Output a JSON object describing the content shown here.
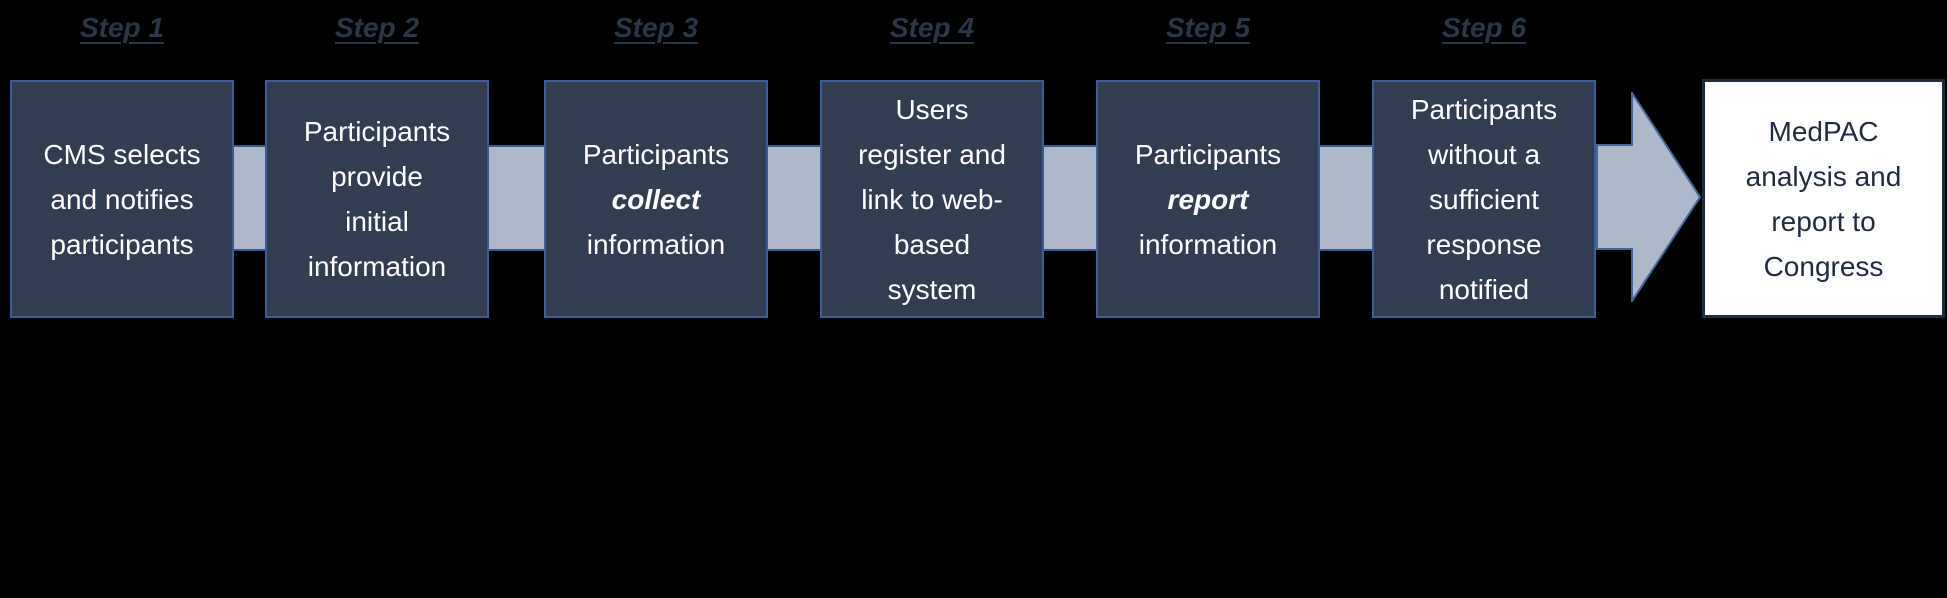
{
  "diagram_title": "",
  "steps": [
    {
      "label": "Step 1",
      "lines": [
        [
          "CMS selects"
        ],
        [
          "and notifies"
        ],
        [
          "participants"
        ]
      ]
    },
    {
      "label": "Step 2",
      "lines": [
        [
          "Participants"
        ],
        [
          "provide"
        ],
        [
          "initial"
        ],
        [
          "information"
        ]
      ]
    },
    {
      "label": "Step 3",
      "lines": [
        [
          "Participants"
        ],
        [
          {
            "text": "collect",
            "emphasis": true
          }
        ],
        [
          "information"
        ]
      ]
    },
    {
      "label": "Step 4",
      "lines": [
        [
          "Users"
        ],
        [
          "register and"
        ],
        [
          "link to web-"
        ],
        [
          "based"
        ],
        [
          "system"
        ]
      ]
    },
    {
      "label": "Step 5",
      "lines": [
        [
          "Participants"
        ],
        [
          {
            "text": "report",
            "emphasis": true
          }
        ],
        [
          "information"
        ]
      ]
    },
    {
      "label": "Step 6",
      "lines": [
        [
          "Participants"
        ],
        [
          "without a"
        ],
        [
          "sufficient"
        ],
        [
          "response"
        ],
        [
          "notified"
        ]
      ]
    }
  ],
  "final_box": {
    "text": "MedPAC\nanalysis and\nreport to\nCongress"
  },
  "colors": {
    "background": "#000000",
    "step_box_fill": "#333D52",
    "step_box_border": "#3A5E9C",
    "step_box_text": "#FFFFFF",
    "step_label_text": "#2A3548",
    "connector_fill": "#ADB8CB",
    "connector_border": "#365A93",
    "arrow_fill": "#ADB8CB",
    "arrow_border": "#46669C",
    "final_box_fill": "#FFFFFF",
    "final_box_border": "#1F2B3E",
    "final_box_text": "#1F2B3E"
  }
}
